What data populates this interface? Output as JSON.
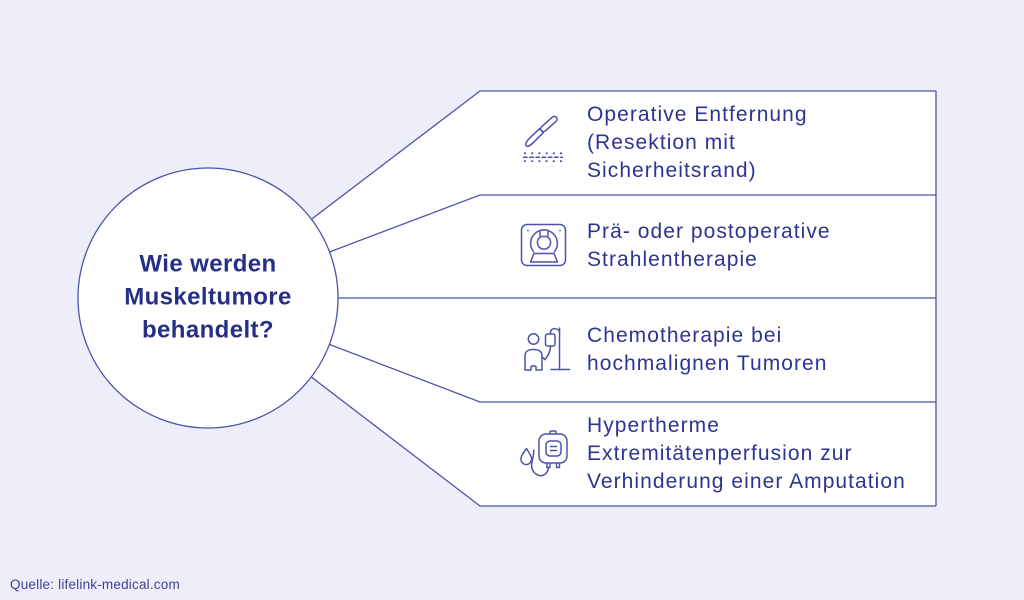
{
  "colors": {
    "background": "#eeeefa",
    "line": "#4a55a7",
    "title_text": "#262e86",
    "panel_text": "#2c3590",
    "source_text": "#3c4399",
    "panel_fill": "#ffffff"
  },
  "title": "Wie werden\nMuskeltumore\nbehandelt?",
  "items": [
    {
      "icon": "scalpel-icon",
      "label": "Operative Entfernung\n(Resektion mit\nSicherheitsrand)"
    },
    {
      "icon": "radiotherapy-machine-icon",
      "label": "Prä- oder postoperative\nStrahlentherapie"
    },
    {
      "icon": "patient-iv-drip-icon",
      "label": "Chemotherapie bei\nhochmalignen Tumoren"
    },
    {
      "icon": "infusion-bag-icon",
      "label": "Hypertherme\nExtremitätenperfusion zur\nVerhinderung einer Amputation"
    }
  ],
  "source": "Quelle: lifelink-medical.com"
}
